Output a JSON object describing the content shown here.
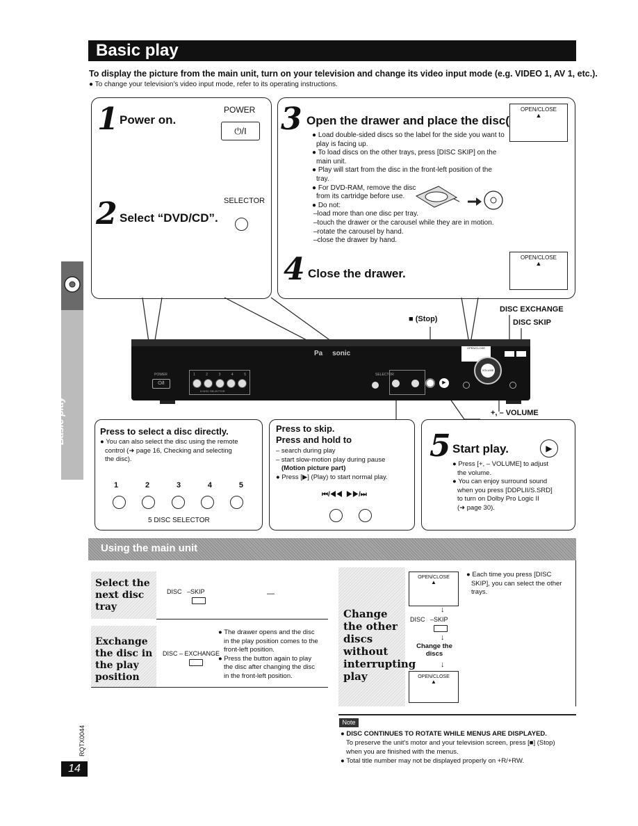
{
  "header": {
    "title": "Basic play"
  },
  "intro": {
    "main": "To display the picture from the main unit, turn on your television and change its video input mode (e.g. VIDEO 1, AV 1, etc.).",
    "sub": "● To change your television's video input mode, refer to its operating instructions."
  },
  "steps": {
    "s1": {
      "num": "1",
      "title": "Power on.",
      "button_label": "POWER",
      "button_symbol": "⏻/I"
    },
    "s2": {
      "num": "2",
      "title": "Select “DVD/CD”.",
      "button_label": "SELECTOR"
    },
    "s3": {
      "num": "3",
      "title": "Open the drawer and place the disc(s).",
      "button_label": "OPEN/CLOSE",
      "bullets": [
        "● Load double-sided discs so the label for the side you want to",
        "play is facing up.",
        "● To load discs on the other trays, press [DISC SKIP] on the",
        "main unit.",
        "● Play will start from the disc in the front-left position of the",
        "tray.",
        "● For DVD-RAM, remove the disc",
        "from its cartridge before use.",
        "● Do not:",
        "–load more than one disc per tray.",
        "–touch the drawer or the carousel while they are in motion.",
        "–rotate the carousel by hand.",
        "–close the drawer by hand."
      ]
    },
    "s4": {
      "num": "4",
      "title": "Close the drawer.",
      "button_label": "OPEN/CLOSE"
    },
    "s5": {
      "num": "5",
      "title": "Start play.",
      "bullets": [
        "● Press [+, – VOLUME] to adjust",
        "the volume.",
        "● You can enjoy surround sound",
        "when you press [DDPLII/S.SRD]",
        "to turn on Dolby Pro Logic II",
        "(➜ page 30)."
      ]
    }
  },
  "callouts": {
    "stop": "■ (Stop)",
    "disc_exchange": "DISC EXCHANGE",
    "disc_skip": "DISC SKIP",
    "volume": "+, – VOLUME"
  },
  "unit_labels": {
    "brand": "Pa     sonic",
    "power": "POWER",
    "power_btn": "⏻/I",
    "selector": "5 DISC SELECTOR",
    "disc_nums": [
      "1",
      "2",
      "3",
      "4",
      "5"
    ],
    "open_close": "OPEN/CLOSE",
    "volume_knob": "VOLUME",
    "selector_small": "SELECTOR"
  },
  "direct_box": {
    "title": "Press to select a disc directly.",
    "lines": [
      "● You can also select the disc using the remote",
      "control (➜ page 16, Checking and selecting",
      "the disc)."
    ],
    "numbers": [
      "1",
      "2",
      "3",
      "4",
      "5"
    ],
    "caption": "5 DISC SELECTOR"
  },
  "skip_box": {
    "title1": "Press to skip.",
    "title2": "Press and hold to",
    "lines": [
      "– search during play",
      "– start slow-motion play during pause",
      "(Motion picture part)",
      "● Press [▶] (Play) to start normal play."
    ],
    "button_labels": "⏮/◀◀  ▶▶/⏭"
  },
  "main_unit": {
    "title": "Using the main unit",
    "select_tray": {
      "label": "Select the next disc tray",
      "button": "DISC   –SKIP",
      "dash": "—"
    },
    "exchange": {
      "label": "Exchange the disc in the play position",
      "button": "DISC – EXCHANGE",
      "bullets": [
        "● The drawer opens and the disc",
        "in the play position comes to the",
        "front-left position.",
        "● Press the button again to play",
        "the disc after changing the disc",
        "in the front-left position."
      ]
    },
    "change_discs": {
      "label": "Change the other discs without interrupting play",
      "open_close": "OPEN/CLOSE",
      "disc_skip": "DISC   –SKIP",
      "change_text": "Change the discs",
      "bullets": [
        "● Each time you press [DISC",
        "SKIP], you can select the other",
        "trays."
      ]
    }
  },
  "note": {
    "tag": "Note",
    "lines": [
      "● DISC CONTINUES TO ROTATE WHILE MENUS ARE DISPLAYED.",
      "To preserve the unit's motor and your television screen, press [■] (Stop)",
      "when you are finished with the menus.",
      "● Total title number may not be displayed properly on +R/+RW."
    ]
  },
  "side_tab": "Basic play",
  "doc_code": "RQTX0044",
  "page_number": "14"
}
